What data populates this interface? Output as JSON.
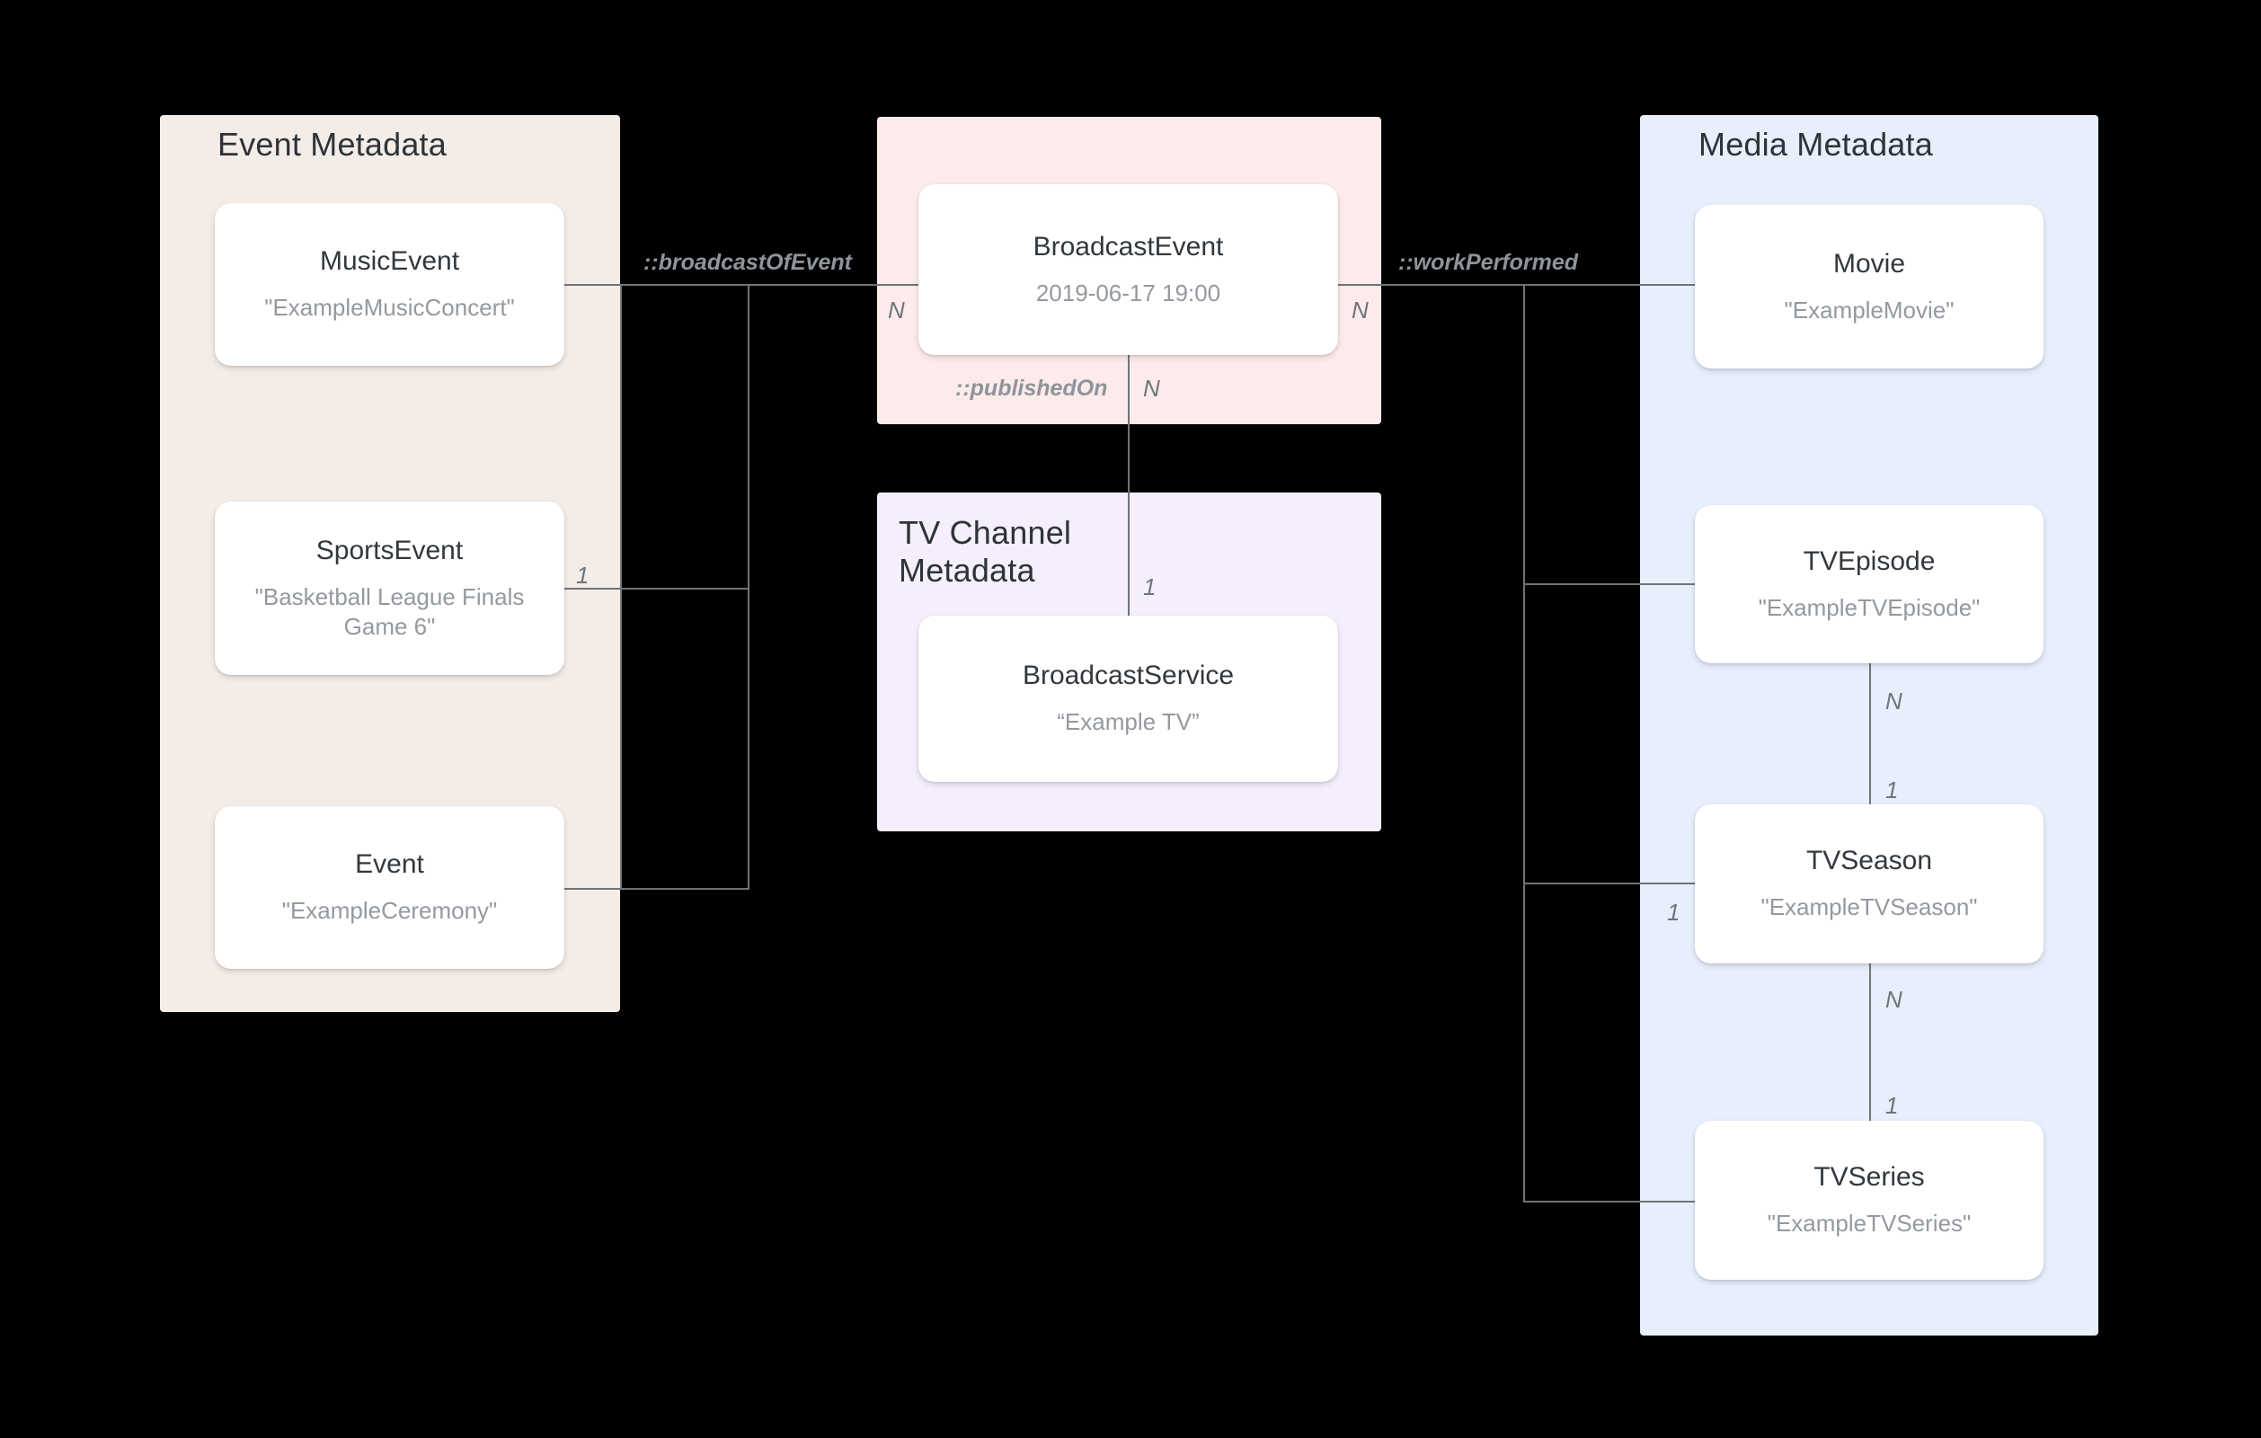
{
  "diagram": {
    "title": "Broadcast / Media metadata entity relationship diagram",
    "background": "#000000"
  },
  "groups": {
    "event": {
      "label": "Event Metadata",
      "color": "#f4ece7"
    },
    "broadcast": {
      "label": "",
      "color": "#fdeaea"
    },
    "tv_channel": {
      "label": "TV Channel\nMetadata",
      "color": "#f5eefc"
    },
    "media": {
      "label": "Media Metadata",
      "color": "#e7eefc"
    }
  },
  "entities": {
    "music_event": {
      "type": "MusicEvent",
      "value": "\"ExampleMusicConcert\""
    },
    "sports_event": {
      "type": "SportsEvent",
      "value": "\"Basketball League Finals Game 6\""
    },
    "event": {
      "type": "Event",
      "value": "\"ExampleCeremony\""
    },
    "broadcast_event": {
      "type": "BroadcastEvent",
      "value": "2019-06-17 19:00"
    },
    "broadcast_service": {
      "type": "BroadcastService",
      "value": "“Example TV”"
    },
    "movie": {
      "type": "Movie",
      "value": "\"ExampleMovie\""
    },
    "tv_episode": {
      "type": "TVEpisode",
      "value": "\"ExampleTVEpisode\""
    },
    "tv_season": {
      "type": "TVSeason",
      "value": "\"ExampleTVSeason\""
    },
    "tv_series": {
      "type": "TVSeries",
      "value": "\"ExampleTVSeries\""
    }
  },
  "relationships": {
    "broadcast_of_event": {
      "label": "::broadcastOfEvent",
      "source_cardinality": "1",
      "target_cardinality": "N"
    },
    "work_performed": {
      "label": "::workPerformed",
      "target_cardinality": "N"
    },
    "published_on": {
      "label": "::publishedOn",
      "source_cardinality": "N",
      "target_cardinality": "1"
    },
    "episode_season": {
      "source_cardinality": "N",
      "target_cardinality": "1"
    },
    "season_series": {
      "source_cardinality": "N",
      "target_cardinality": "1"
    },
    "series_cardinality": "1"
  },
  "colors": {
    "event_panel": "#f4ece7",
    "broadcast_panel": "#fdeaea",
    "tv_channel_panel": "#f5eefc",
    "media_panel": "#e7eefc",
    "card": "#ffffff",
    "edge": "#6f7479",
    "title_text": "#2e3338",
    "value_text": "#93999f",
    "label_text": "#8e949a"
  }
}
